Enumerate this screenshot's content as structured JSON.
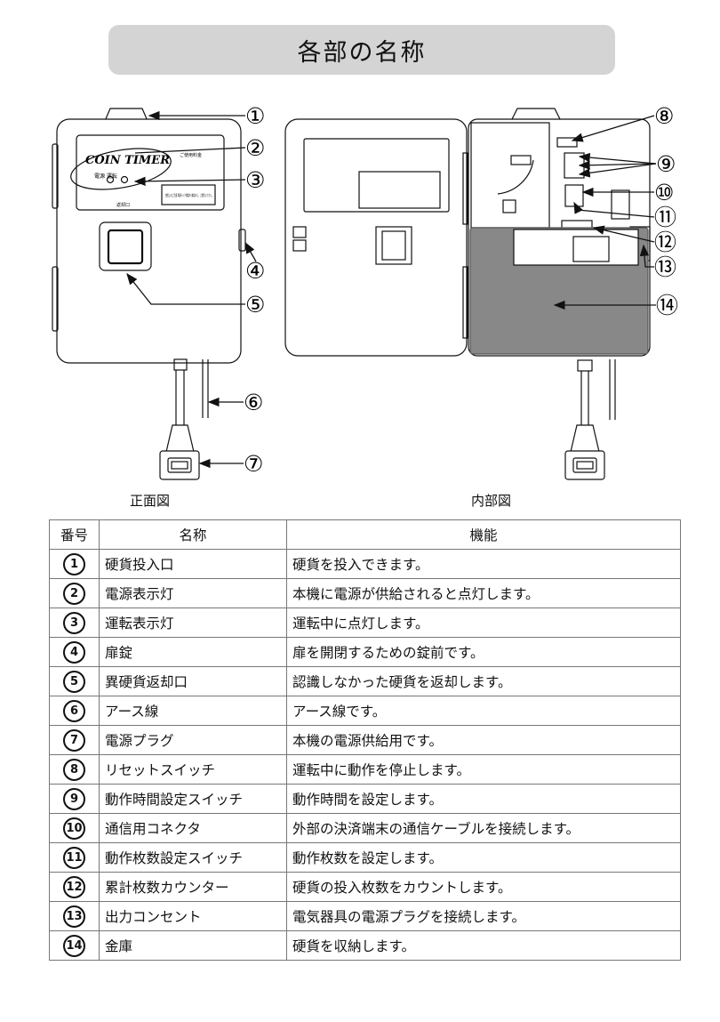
{
  "page": {
    "title": "各部の名称"
  },
  "captions": {
    "front": "正面図",
    "inside": "内部図"
  },
  "device_text": {
    "logo": "COIN TIMER",
    "small_label": "ご使用料金",
    "lamp_label": "電源 運転",
    "notice": "使用上のご注意 電源ランプ確認を 確認のえ、ご使用ください。",
    "coin_return_label": "返却口"
  },
  "callouts": [
    "①",
    "②",
    "③",
    "④",
    "⑤",
    "⑥",
    "⑦",
    "⑧",
    "⑨",
    "⑩",
    "⑪",
    "⑫",
    "⑬",
    "⑭"
  ],
  "table": {
    "headers": [
      "番号",
      "名称",
      "機能"
    ],
    "rows": [
      {
        "num": "1",
        "name": "硬貨投入口",
        "func": "硬貨を投入できます。"
      },
      {
        "num": "2",
        "name": "電源表示灯",
        "func": "本機に電源が供給されると点灯します。"
      },
      {
        "num": "3",
        "name": "運転表示灯",
        "func": "運転中に点灯します。"
      },
      {
        "num": "4",
        "name": "扉錠",
        "func": "扉を開閉するための錠前です。"
      },
      {
        "num": "5",
        "name": "異硬貨返却口",
        "func": "認識しなかった硬貨を返却します。"
      },
      {
        "num": "6",
        "name": "アース線",
        "func": "アース線です。"
      },
      {
        "num": "7",
        "name": "電源プラグ",
        "func": "本機の電源供給用です。"
      },
      {
        "num": "8",
        "name": "リセットスイッチ",
        "func": "運転中に動作を停止します。"
      },
      {
        "num": "9",
        "name": "動作時間設定スイッチ",
        "func": "動作時間を設定します。"
      },
      {
        "num": "10",
        "name": "通信用コネクタ",
        "func": "外部の決済端末の通信ケーブルを接続します。"
      },
      {
        "num": "11",
        "name": "動作枚数設定スイッチ",
        "func": "動作枚数を設定します。"
      },
      {
        "num": "12",
        "name": "累計枚数カウンター",
        "func": "硬貨の投入枚数をカウントします。"
      },
      {
        "num": "13",
        "name": "出力コンセント",
        "func": "電気器具の電源プラグを接続します。"
      },
      {
        "num": "14",
        "name": "金庫",
        "func": "硬貨を収納します。"
      }
    ]
  }
}
